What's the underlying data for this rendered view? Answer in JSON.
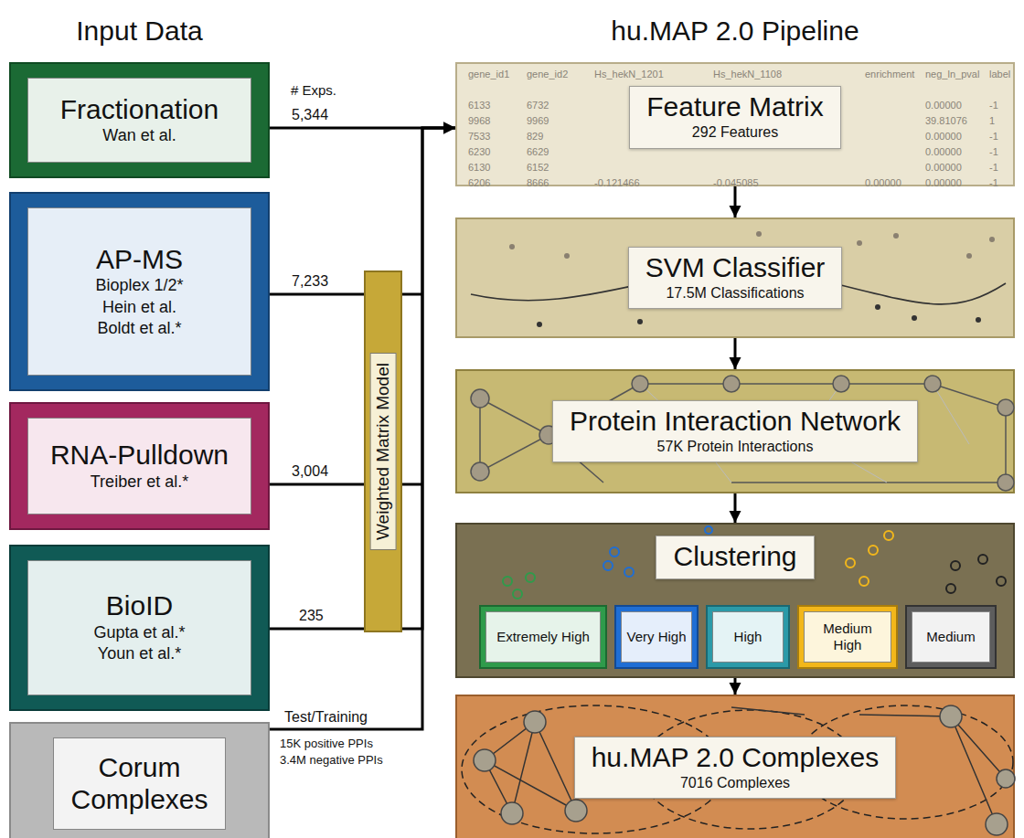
{
  "diagram": {
    "nodes": [
      {
        "text": [
          "Fractionation",
          "Wan et al."
        ]
      },
      {
        "text": [
          "AP-MS",
          "Bioplex 1/2*",
          "Hein et al.",
          "Boldt et al.*"
        ]
      },
      {
        "text": [
          "RNA-Pulldown",
          "Treiber et al.*"
        ]
      },
      {
        "text": [
          "BioID",
          "Gupta et al.*",
          "Youn et al.*"
        ]
      },
      {
        "text": [
          "Corum Complexes"
        ]
      },
      {
        "text": [
          "Weighted Matrix Model"
        ]
      },
      {
        "text": [
          "Feature Matrix",
          "292 Features"
        ]
      },
      {
        "text": [
          "SVM Classifier",
          "17.5M Classifications"
        ]
      },
      {
        "text": [
          "Protein Interaction Network",
          "57K Protein Interactions"
        ]
      },
      {
        "text": [
          "Clustering"
        ]
      },
      {
        "text": [
          "Extremely High"
        ],
        "in": 9
      },
      {
        "text": [
          "Very High"
        ],
        "in": 9
      },
      {
        "text": [
          "High"
        ],
        "in": 9
      },
      {
        "text": [
          "Medium High"
        ],
        "in": 9
      },
      {
        "text": [
          "Medium"
        ],
        "in": 9
      },
      {
        "text": [
          "hu.MAP 2.0 Complexes",
          "7016 Complexes"
        ]
      }
    ],
    "edges": [
      {
        "from": 0,
        "to": 6,
        "arrow": "to",
        "label": "5,344"
      },
      {
        "from": 1,
        "to": 5,
        "arrow": "none",
        "label": "7,233"
      },
      {
        "from": 2,
        "to": 5,
        "arrow": "none",
        "label": "3,004"
      },
      {
        "from": 3,
        "to": 5,
        "arrow": "none",
        "label": "235"
      },
      {
        "from": 5,
        "to": 6,
        "arrow": "to"
      },
      {
        "from": 4,
        "to": 6,
        "arrow": "to",
        "label": "Test/Training"
      },
      {
        "from": 6,
        "to": 7,
        "arrow": "to"
      },
      {
        "from": 7,
        "to": 8,
        "arrow": "to"
      },
      {
        "from": 8,
        "to": 9,
        "arrow": "to"
      },
      {
        "from": 9,
        "to": 15,
        "arrow": "to"
      }
    ],
    "labels": [
      "Input Data",
      "hu.MAP 2.0 Pipeline",
      "# Exps.",
      "15K positive PPIs",
      "3.4M negative PPIs",
      "gene_id1",
      "gene_id2",
      "Hs_hekN_1201",
      "Hs_hekN_1108",
      "enrichment",
      "neg_ln_pval",
      "label",
      "6133",
      "6732",
      "0.00000",
      "-1",
      "9968",
      "9969",
      "39.81076",
      "1",
      "7533",
      "829",
      "0.00000",
      "-1",
      "6230",
      "6629",
      "0.00000",
      "-1",
      "6130",
      "6152",
      "0.00000",
      "-1",
      "6206",
      "8666",
      "-0.121466",
      "-0.045085",
      "0.00000",
      "0.00000",
      "-1"
    ]
  }
}
